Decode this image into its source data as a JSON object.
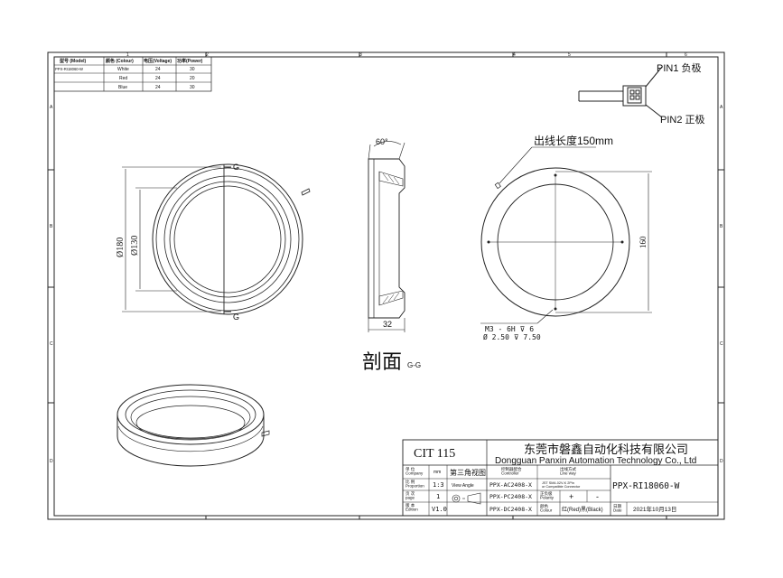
{
  "border_cols": [
    "1",
    "2",
    "3",
    "4",
    "5",
    "6"
  ],
  "border_rows": [
    "A",
    "B",
    "C",
    "D"
  ],
  "spec_table": {
    "headers": [
      "型号 (Model)",
      "颜色 (Colour)",
      "电压(Voltage)",
      "功率(Power)"
    ],
    "rows": [
      [
        "PPX-RI18060-W",
        "White",
        "24",
        "30"
      ],
      [
        "",
        "Red",
        "24",
        "20"
      ],
      [
        "",
        "Blue",
        "24",
        "30"
      ]
    ]
  },
  "pins": {
    "pin1": "PIN1 负极",
    "pin2": "PIN2 正极"
  },
  "dims": {
    "section_mark": "G",
    "outer_dia": "Ø180",
    "inner_dia": "Ø130",
    "angle": "60°",
    "height": "32",
    "pcd": "160",
    "cable_length": "出线长度150mm",
    "screw_1": "M3 - 6H ⊽ 6",
    "screw_2": "Ø 2.50 ⊽ 7.50"
  },
  "section_label": {
    "main": "剖面",
    "suffix": "G-G"
  },
  "title_block": {
    "cit": "CIT  115",
    "company_cn": "东莞市磐鑫自动化科技有限公司",
    "company_en": "Dongguan Panxin Automation Technology Co., Ltd",
    "unit_label": "单 位\nCompany",
    "unit_value": "mm",
    "view_cn": "第三角视图",
    "scale_label": "比 例\nProportion",
    "scale_value": "1:3",
    "view_angle": "View Angle",
    "page_label": "页 次\npage",
    "page_value": "1",
    "edition_label": "版 本\nEdition",
    "edition_value": "V1.0",
    "controller_label": "控制器配合\nController",
    "controllers": [
      "PPX-AC2408-X",
      "PPX-PC2408-X",
      "PPX-DC2408-X"
    ],
    "line_way_label": "出线方式\nLine way",
    "line_way_value": "JST SM4-02V-K 2Pin\nor Compatible Connector",
    "polarity_label": "正负极\nPolarity",
    "plus": "+",
    "minus": "-",
    "colour_label": "颜色\nColour",
    "colour_value": "红(Red)黑(Black)",
    "model": "PPX-RI18060-W",
    "date_label": "日期\nDate",
    "date_value": "2021年10月13日"
  }
}
